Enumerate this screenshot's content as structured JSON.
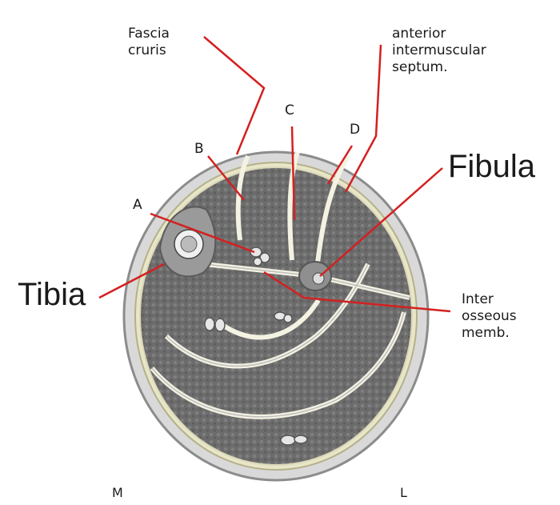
{
  "labels": {
    "fascia_cruris": "Fascia\ncruris",
    "anterior_septum": "anterior\nintermuscular\nseptum.",
    "fibula": "Fibula",
    "tibia": "Tibia",
    "interosseous": "Inter\nosseous\nmemb.",
    "a": "A",
    "b": "B",
    "c": "C",
    "d": "D",
    "m": "M",
    "l": "L"
  },
  "colors": {
    "leader": "#d42020",
    "muscle": "#6f6f6f",
    "fascia": "#d8d4b0",
    "bone": "#8a8a8a",
    "skin": "#9a9a9a"
  }
}
